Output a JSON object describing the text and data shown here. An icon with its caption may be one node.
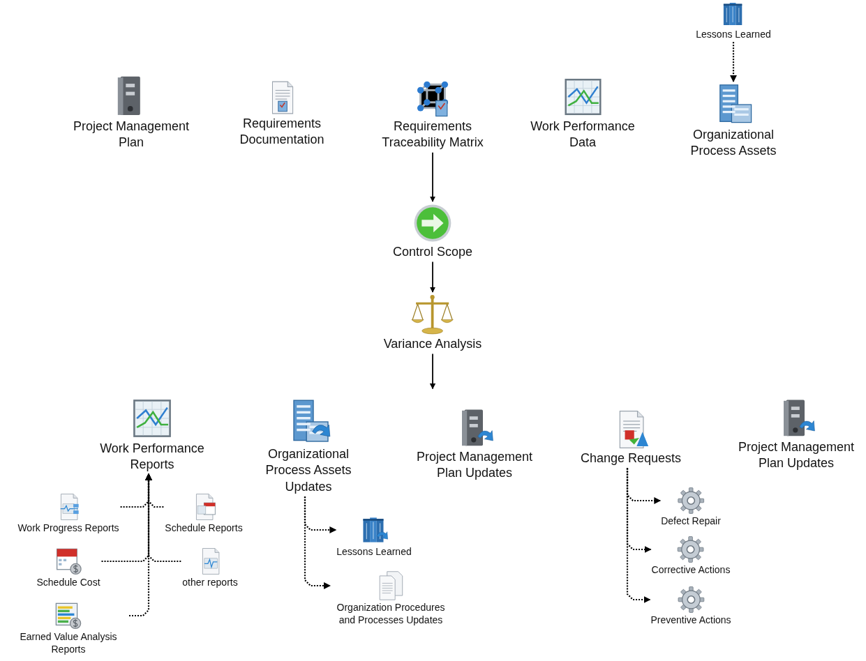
{
  "diagram": {
    "nodes": [
      {
        "text": [
          "Lessons Learned"
        ]
      },
      {
        "text": [
          "Project Management Plan"
        ]
      },
      {
        "text": [
          "Requirements Documentation"
        ]
      },
      {
        "text": [
          "Requirements Traceability Matrix"
        ]
      },
      {
        "text": [
          "Work Performance Data"
        ]
      },
      {
        "text": [
          "Organizational Process Assets"
        ]
      },
      {
        "text": [
          "Control Scope"
        ]
      },
      {
        "text": [
          "Variance Analysis"
        ]
      },
      {
        "text": [
          "Work Performance Reports"
        ]
      },
      {
        "text": [
          "Organizational Process Assets Updates"
        ]
      },
      {
        "text": [
          "Project Management Plan Updates"
        ]
      },
      {
        "text": [
          "Change Requests"
        ]
      },
      {
        "text": [
          "Project Management Plan Updates"
        ]
      },
      {
        "text": [
          "Work Progress Reports"
        ]
      },
      {
        "text": [
          "Schedule Reports"
        ]
      },
      {
        "text": [
          "Schedule Cost"
        ]
      },
      {
        "text": [
          "other reports"
        ]
      },
      {
        "text": [
          "Earned Value Analysis Reports"
        ]
      },
      {
        "text": [
          "Lessons Learned"
        ]
      },
      {
        "text": [
          "Organization Procedures and Processes Updates"
        ]
      },
      {
        "text": [
          "Defect Repair"
        ]
      },
      {
        "text": [
          "Corrective Actions"
        ]
      },
      {
        "text": [
          "Preventive Actions"
        ]
      }
    ],
    "edges": [
      {
        "from": 0,
        "to": 5,
        "arrow": "to",
        "style": "dashed"
      },
      {
        "from": 3,
        "to": 6,
        "arrow": "to"
      },
      {
        "from": 6,
        "to": 7,
        "arrow": "to"
      },
      {
        "from": 7,
        "to": null,
        "arrow": "to"
      },
      {
        "from": 13,
        "to": 8,
        "arrow": "to",
        "style": "dashed"
      },
      {
        "from": 14,
        "to": 8,
        "arrow": "to",
        "style": "dashed"
      },
      {
        "from": 15,
        "to": 8,
        "arrow": "to",
        "style": "dashed"
      },
      {
        "from": 16,
        "to": 8,
        "arrow": "to",
        "style": "dashed"
      },
      {
        "from": 17,
        "to": 8,
        "arrow": "to",
        "style": "dashed"
      },
      {
        "from": 9,
        "to": 18,
        "arrow": "to",
        "style": "dashed"
      },
      {
        "from": 9,
        "to": 19,
        "arrow": "to",
        "style": "dashed"
      },
      {
        "from": 11,
        "to": 20,
        "arrow": "to",
        "style": "dashed"
      },
      {
        "from": 11,
        "to": 21,
        "arrow": "to",
        "style": "dashed"
      },
      {
        "from": 11,
        "to": 22,
        "arrow": "to",
        "style": "dashed"
      }
    ]
  }
}
